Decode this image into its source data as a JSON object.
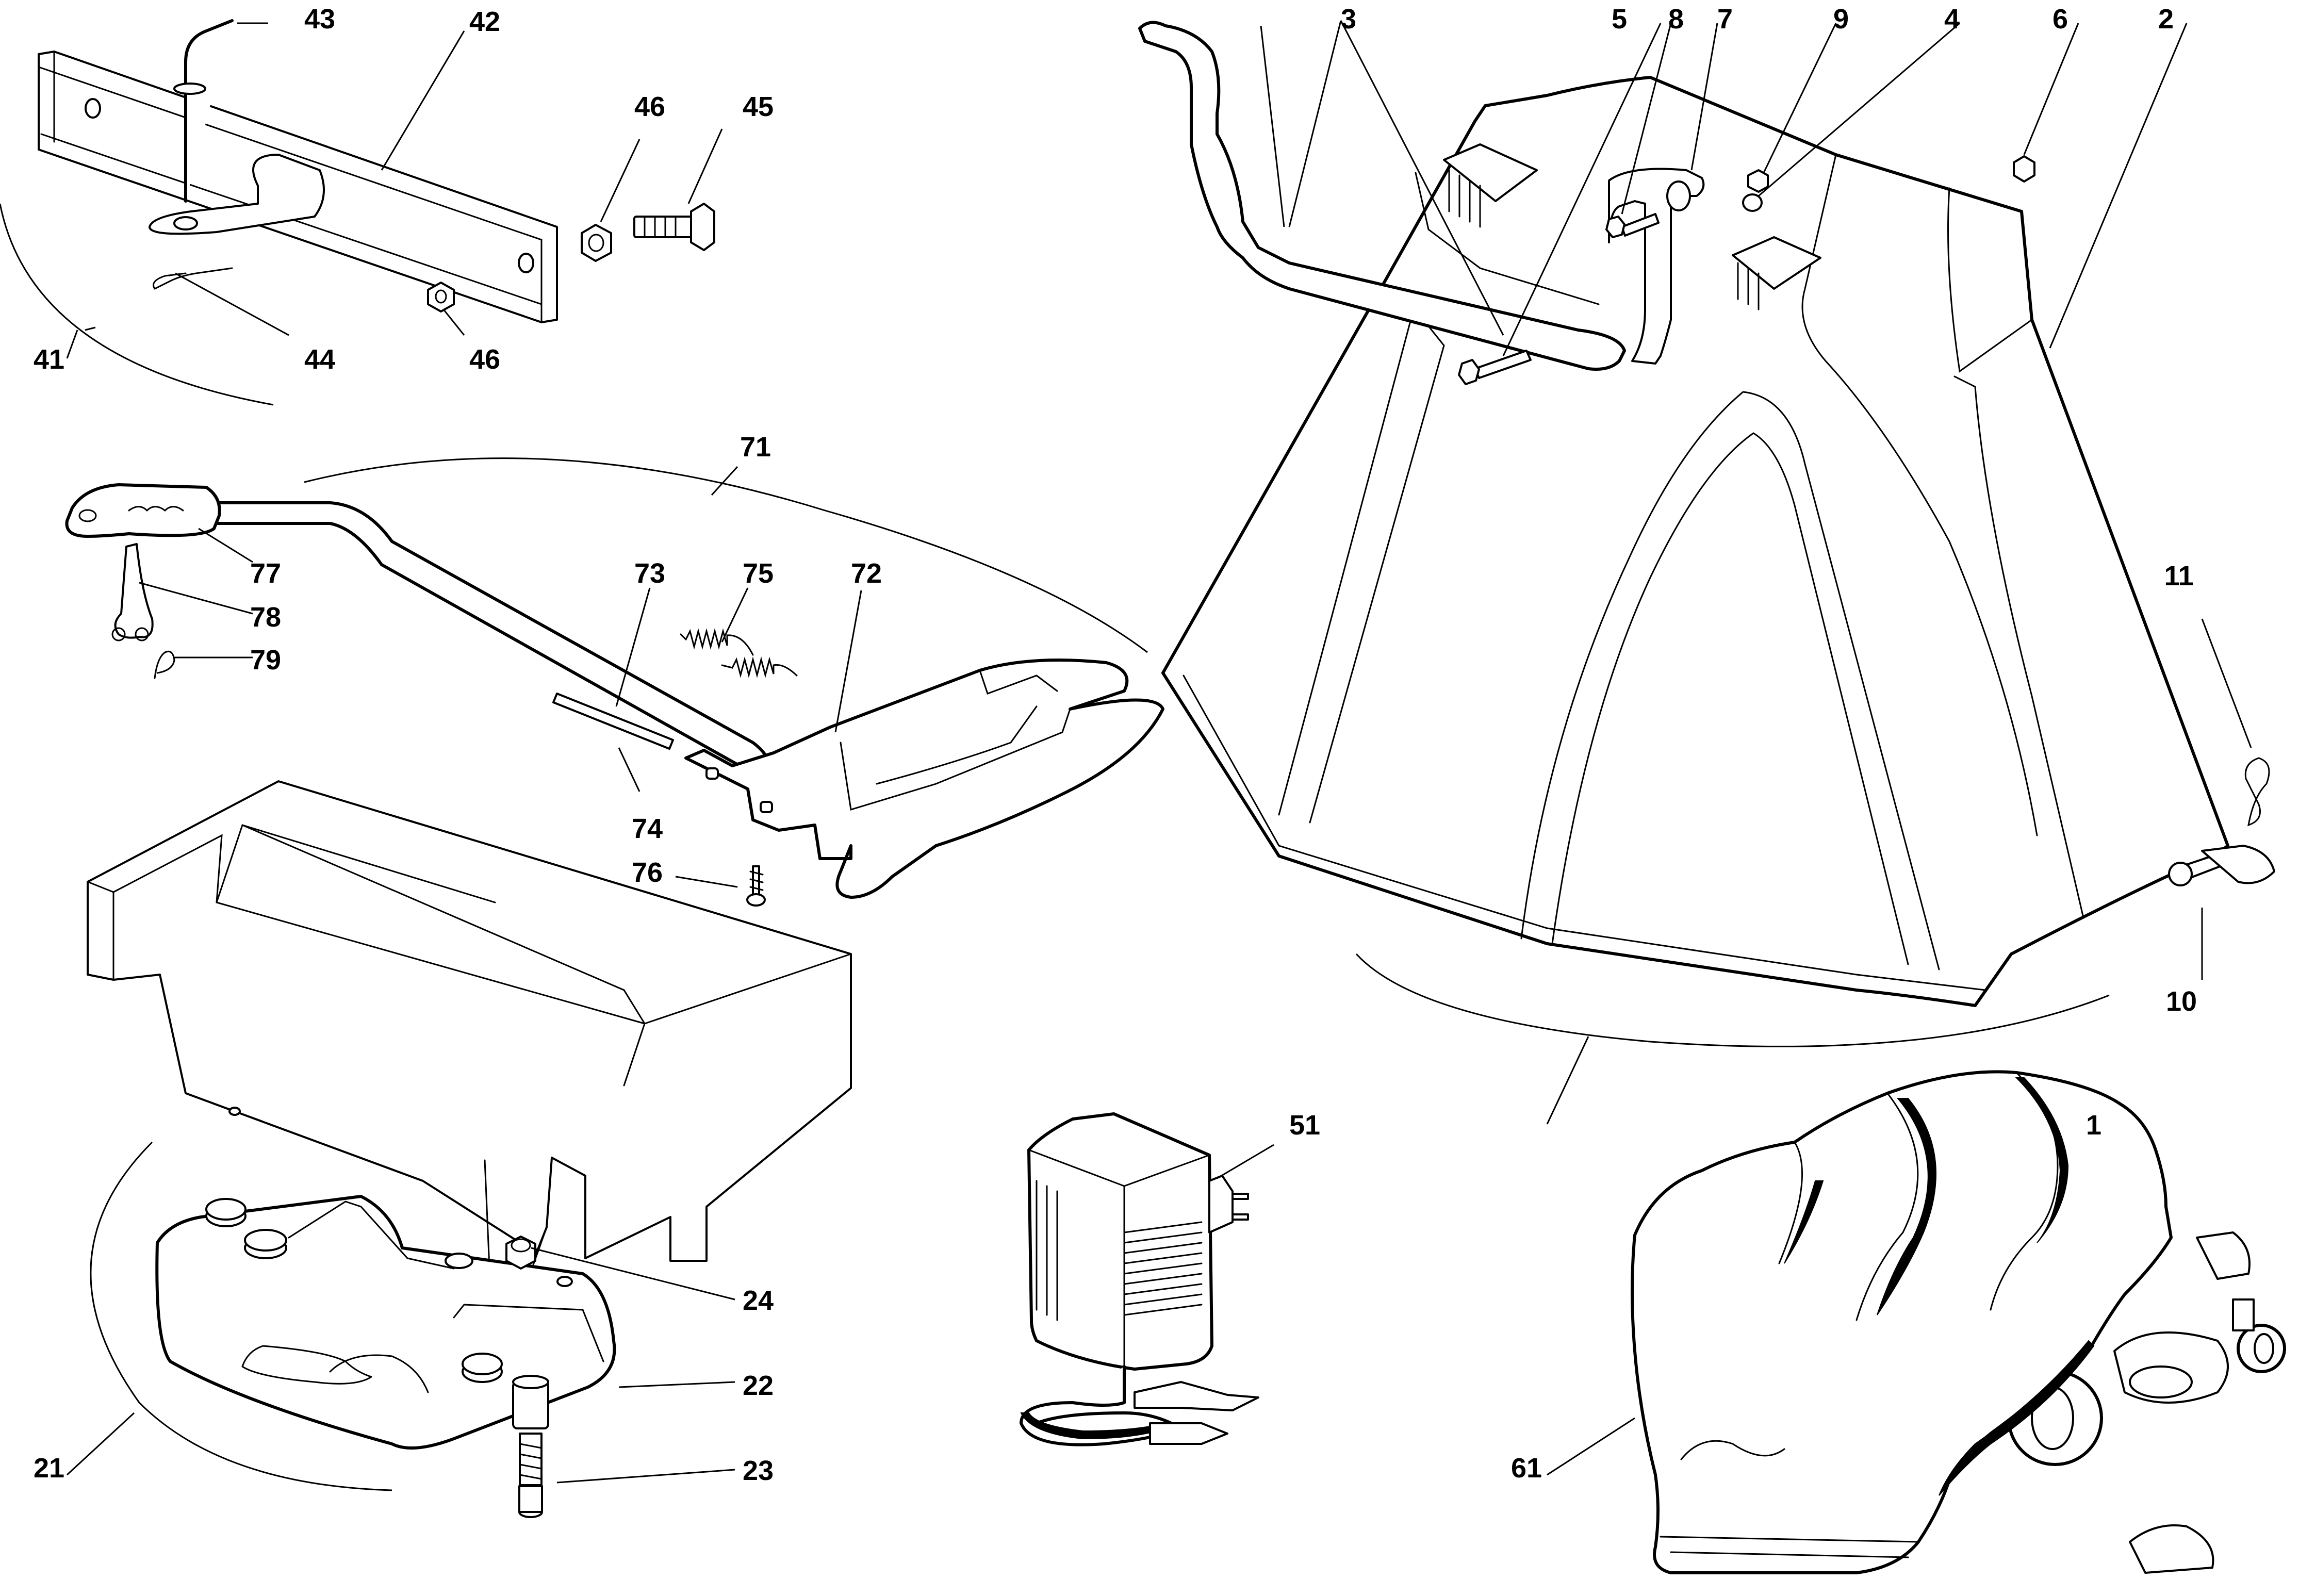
{
  "diagram": {
    "callouts": [
      "1",
      "2",
      "3",
      "4",
      "5",
      "6",
      "7",
      "8",
      "9",
      "10",
      "11",
      "21",
      "22",
      "23",
      "24",
      "41",
      "42",
      "43",
      "44",
      "45",
      "46",
      "46",
      "51",
      "61",
      "71",
      "72",
      "73",
      "74",
      "75",
      "76",
      "77",
      "78",
      "79"
    ]
  }
}
